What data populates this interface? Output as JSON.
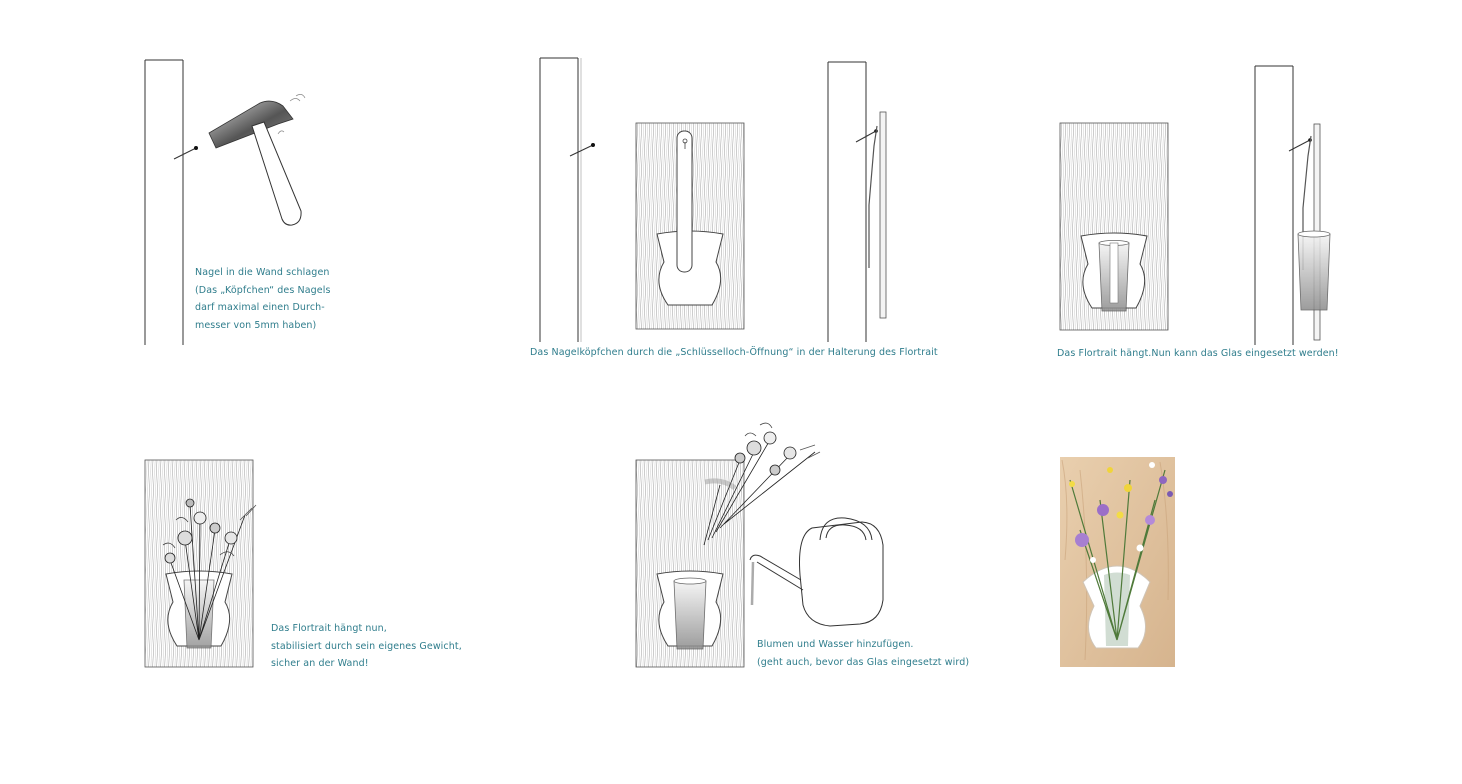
{
  "steps": {
    "step1": {
      "lines": [
        "Nagel in die Wand schlagen",
        "(Das „Köpfchen“ des Nagels",
        "darf maximal einen Durch-",
        "messer von 5mm haben)"
      ]
    },
    "step2": {
      "lines": [
        "Das Nagelköpfchen durch die „Schlüsselloch-Öffnung“ in der Halterung des Flortrait"
      ]
    },
    "step3": {
      "lines": [
        "Das Flortrait hängt.Nun kann das Glas eingesetzt werden!"
      ]
    },
    "step4": {
      "lines": [
        "Das Flortrait hängt nun,",
        "stabilisiert durch sein eigenes Gewicht,",
        "sicher an der Wand!"
      ]
    },
    "step5": {
      "lines": [
        "Blumen und Wasser hinzufügen.",
        "(geht auch, bevor das Glas eingesetzt wird)"
      ]
    }
  },
  "colors": {
    "caption": "#2f7d8c",
    "line": "#333333"
  }
}
